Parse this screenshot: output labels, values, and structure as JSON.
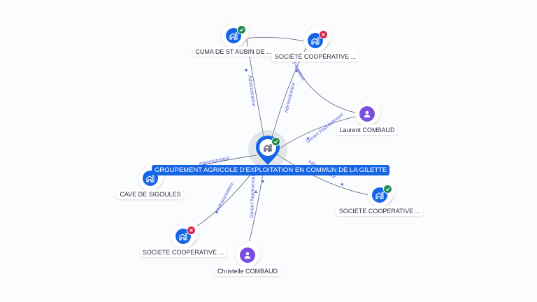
{
  "graph": {
    "central": {
      "label": "GROUPEMENT AGRICOLE D'EXPLOITATION EN COMMUN DE LA GILETTE",
      "icon": "company-icon",
      "status": "active",
      "status_icon": "check-icon"
    },
    "nodes": [
      {
        "id": "cuma",
        "label": "CUMA DE ST AUBIN DE ...",
        "type": "company",
        "icon": "company-icon",
        "status": "active",
        "status_icon": "check-icon"
      },
      {
        "id": "sc1",
        "label": "SOCIÉTÉ COOPÉRATIVE ...",
        "type": "company",
        "icon": "company-icon",
        "status": "closed",
        "status_icon": "cross-icon"
      },
      {
        "id": "laurent",
        "label": "Laurent COMBAUD",
        "type": "person",
        "icon": "person-icon"
      },
      {
        "id": "sc2",
        "label": "SOCIETE COOPERATIVE ...",
        "type": "company",
        "icon": "company-icon",
        "status": "active",
        "status_icon": "check-icon"
      },
      {
        "id": "christelle",
        "label": "Christelle COMBAUD",
        "type": "person",
        "icon": "person-icon"
      },
      {
        "id": "sc3",
        "label": "SOCIETE COOPERATIVE ...",
        "type": "company",
        "icon": "company-icon",
        "status": "closed",
        "status_icon": "cross-icon"
      },
      {
        "id": "cave",
        "label": "CAVE DE SIGOULES",
        "type": "company",
        "icon": "company-icon"
      }
    ],
    "edges": [
      {
        "from": "central",
        "to": "cuma",
        "label": "Administrateur"
      },
      {
        "from": "central",
        "to": "sc1",
        "label": "Administrateur"
      },
      {
        "from": "laurent",
        "to": "sc1",
        "label": "Président"
      },
      {
        "from": "laurent",
        "to": "central",
        "label": "Gérant Représentant"
      },
      {
        "from": "central",
        "to": "sc2",
        "label": "Administrateur"
      },
      {
        "from": "christelle",
        "to": "central",
        "label": "Gérant Représentant"
      },
      {
        "from": "central",
        "to": "sc3",
        "label": "Administrateur"
      },
      {
        "from": "central",
        "to": "cave",
        "label": "Administrateur"
      }
    ]
  },
  "colors": {
    "company": "#1565e5",
    "person": "#7b4ee0",
    "active_badge": "#1f8a4c",
    "closed_badge": "#d6244a",
    "edge_label": "#5b5fe0",
    "background": "#fbfcfd"
  }
}
